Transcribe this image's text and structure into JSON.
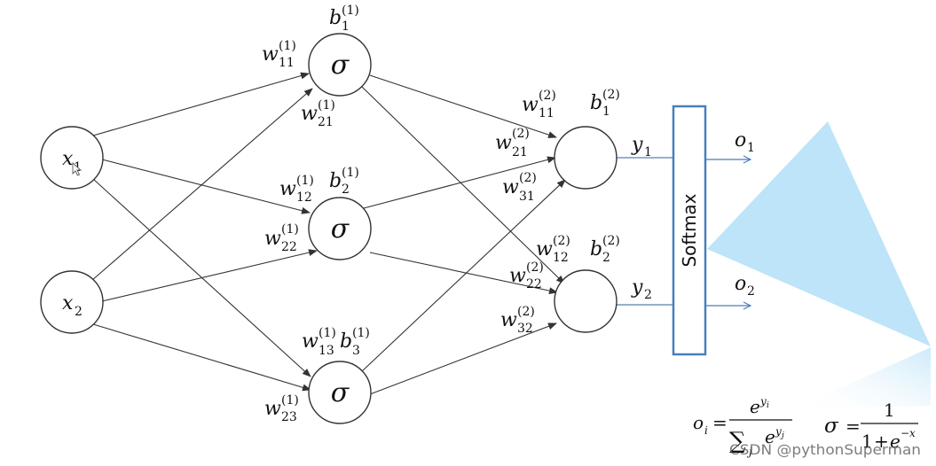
{
  "input_nodes": [
    {
      "base": "x",
      "sub": "1"
    },
    {
      "base": "x",
      "sub": "2"
    }
  ],
  "hidden_nodes": [
    {
      "symbol": "σ"
    },
    {
      "symbol": "σ"
    },
    {
      "symbol": "σ"
    }
  ],
  "hidden_biases": [
    {
      "base": "b",
      "sub": "1",
      "sup": "(1)"
    },
    {
      "base": "b",
      "sub": "2",
      "sup": "(1)"
    },
    {
      "base": "b",
      "sub": "3",
      "sup": "(1)"
    }
  ],
  "layer1_weights": [
    {
      "base": "w",
      "sub": "11",
      "sup": "(1)"
    },
    {
      "base": "w",
      "sub": "21",
      "sup": "(1)"
    },
    {
      "base": "w",
      "sub": "12",
      "sup": "(1)"
    },
    {
      "base": "w",
      "sub": "22",
      "sup": "(1)"
    },
    {
      "base": "w",
      "sub": "13",
      "sup": "(1)"
    },
    {
      "base": "w",
      "sub": "23",
      "sup": "(1)"
    }
  ],
  "output_biases": [
    {
      "base": "b",
      "sub": "1",
      "sup": "(2)"
    },
    {
      "base": "b",
      "sub": "2",
      "sup": "(2)"
    }
  ],
  "layer2_weights": [
    {
      "base": "w",
      "sub": "11",
      "sup": "(2)"
    },
    {
      "base": "w",
      "sub": "21",
      "sup": "(2)"
    },
    {
      "base": "w",
      "sub": "31",
      "sup": "(2)"
    },
    {
      "base": "w",
      "sub": "12",
      "sup": "(2)"
    },
    {
      "base": "w",
      "sub": "22",
      "sup": "(2)"
    },
    {
      "base": "w",
      "sub": "32",
      "sup": "(2)"
    }
  ],
  "pre_softmax": [
    {
      "base": "y",
      "sub": "1"
    },
    {
      "base": "y",
      "sub": "2"
    }
  ],
  "softmax": {
    "label": "Softmax"
  },
  "outputs": [
    {
      "base": "o",
      "sub": "1"
    },
    {
      "base": "o",
      "sub": "2"
    }
  ],
  "formulas": {
    "softmax": {
      "lhs_base": "o",
      "lhs_sub": "i",
      "eq": "=",
      "num_base": "e",
      "num_exp": "y",
      "num_exp_sub": "i",
      "den_sum": "∑",
      "den_sum_sub": "j",
      "den_base": "e",
      "den_exp": "y",
      "den_exp_sub": "j"
    },
    "sigmoid": {
      "lhs": "σ",
      "eq": "=",
      "num": "1",
      "den_one": "1",
      "den_plus": "+",
      "den_base": "e",
      "den_exp": "−x"
    }
  },
  "watermark": "CSDN @pythonSuperman",
  "colors": {
    "node_stroke": "#333333",
    "edge": "#333333",
    "softmax_border": "#4a7ebb",
    "output_arrow": "#4a7ebb",
    "highlight_triangle": "#bde4f8"
  }
}
